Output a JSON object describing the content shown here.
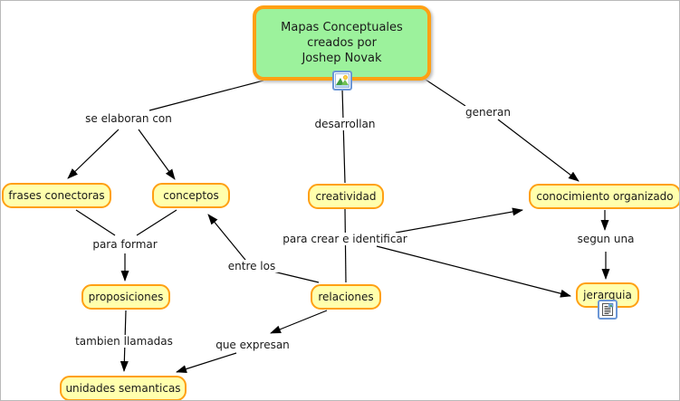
{
  "colors": {
    "background": "#FFFFFF",
    "main_node_fill": "#9CF29C",
    "main_node_border": "#FFA013",
    "concept_node_fill": "#FFFFAD",
    "concept_node_border": "#FFA013",
    "edge_line": "#000000",
    "text": "#1A1A1A",
    "attachment_icon_border": "#6B96D6"
  },
  "main_node": {
    "lines": [
      "Mapas Conceptuales",
      "creados por",
      "Joshep Novak"
    ]
  },
  "nodes": {
    "frases_conectoras": "frases conectoras",
    "conceptos": "conceptos",
    "creatividad": "creatividad",
    "conocimiento_organizado": "conocimiento organizado",
    "proposiciones": "proposiciones",
    "relaciones": "relaciones",
    "jerarquia": "jerarquia",
    "unidades_semanticas": "unidades semanticas"
  },
  "link_labels": {
    "se_elaboran_con": "se elaboran con",
    "desarrollan": "desarrollan",
    "generan": "generan",
    "para_formar": "para formar",
    "para_crear_e_identificar": "para crear e identificar",
    "entre_los": "entre los",
    "segun_una": "segun una",
    "tambien_llamadas": "tambien llamadas",
    "que_expresan": "que expresan"
  },
  "icons": {
    "main_node_attachment": "image-attachment-icon",
    "jerarquia_attachment": "document-attachment-icon"
  },
  "edges": [
    {
      "from": [
        "Mapas Conceptuales creados por Joshep Novak"
      ],
      "label": "se elaboran con",
      "to": [
        "frases conectoras",
        "conceptos"
      ]
    },
    {
      "from": [
        "Mapas Conceptuales creados por Joshep Novak"
      ],
      "label": "desarrollan",
      "to": [
        "creatividad"
      ]
    },
    {
      "from": [
        "Mapas Conceptuales creados por Joshep Novak"
      ],
      "label": "generan",
      "to": [
        "conocimiento organizado"
      ]
    },
    {
      "from": [
        "frases conectoras",
        "conceptos"
      ],
      "label": "para formar",
      "to": [
        "proposiciones"
      ]
    },
    {
      "from": [
        "creatividad"
      ],
      "label": "para crear e identificar",
      "to": [
        "relaciones",
        "conocimiento organizado",
        "jerarquia"
      ]
    },
    {
      "from": [
        "relaciones"
      ],
      "label": "entre los",
      "to": [
        "conceptos"
      ]
    },
    {
      "from": [
        "conocimiento organizado"
      ],
      "label": "segun una",
      "to": [
        "jerarquia"
      ]
    },
    {
      "from": [
        "proposiciones"
      ],
      "label": "tambien llamadas",
      "to": [
        "unidades semanticas"
      ]
    },
    {
      "from": [
        "relaciones"
      ],
      "label": "que expresan",
      "to": [
        "unidades semanticas"
      ]
    }
  ]
}
